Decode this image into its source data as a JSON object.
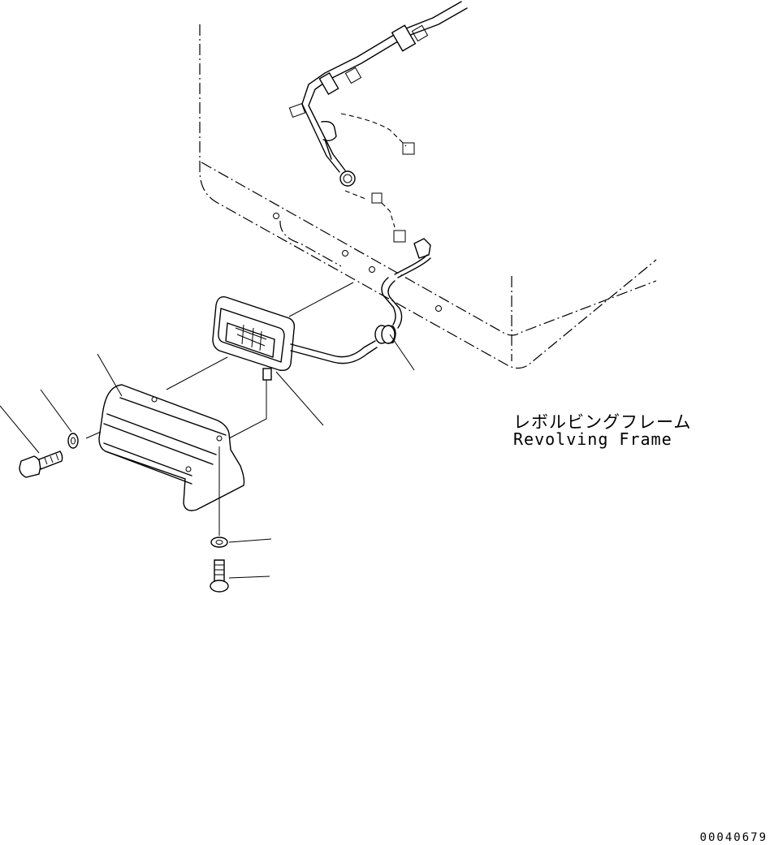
{
  "diagram": {
    "frame_label_jp": "レボルビングフレーム",
    "frame_label_en": "Revolving Frame",
    "drawing_number": "00040679"
  }
}
